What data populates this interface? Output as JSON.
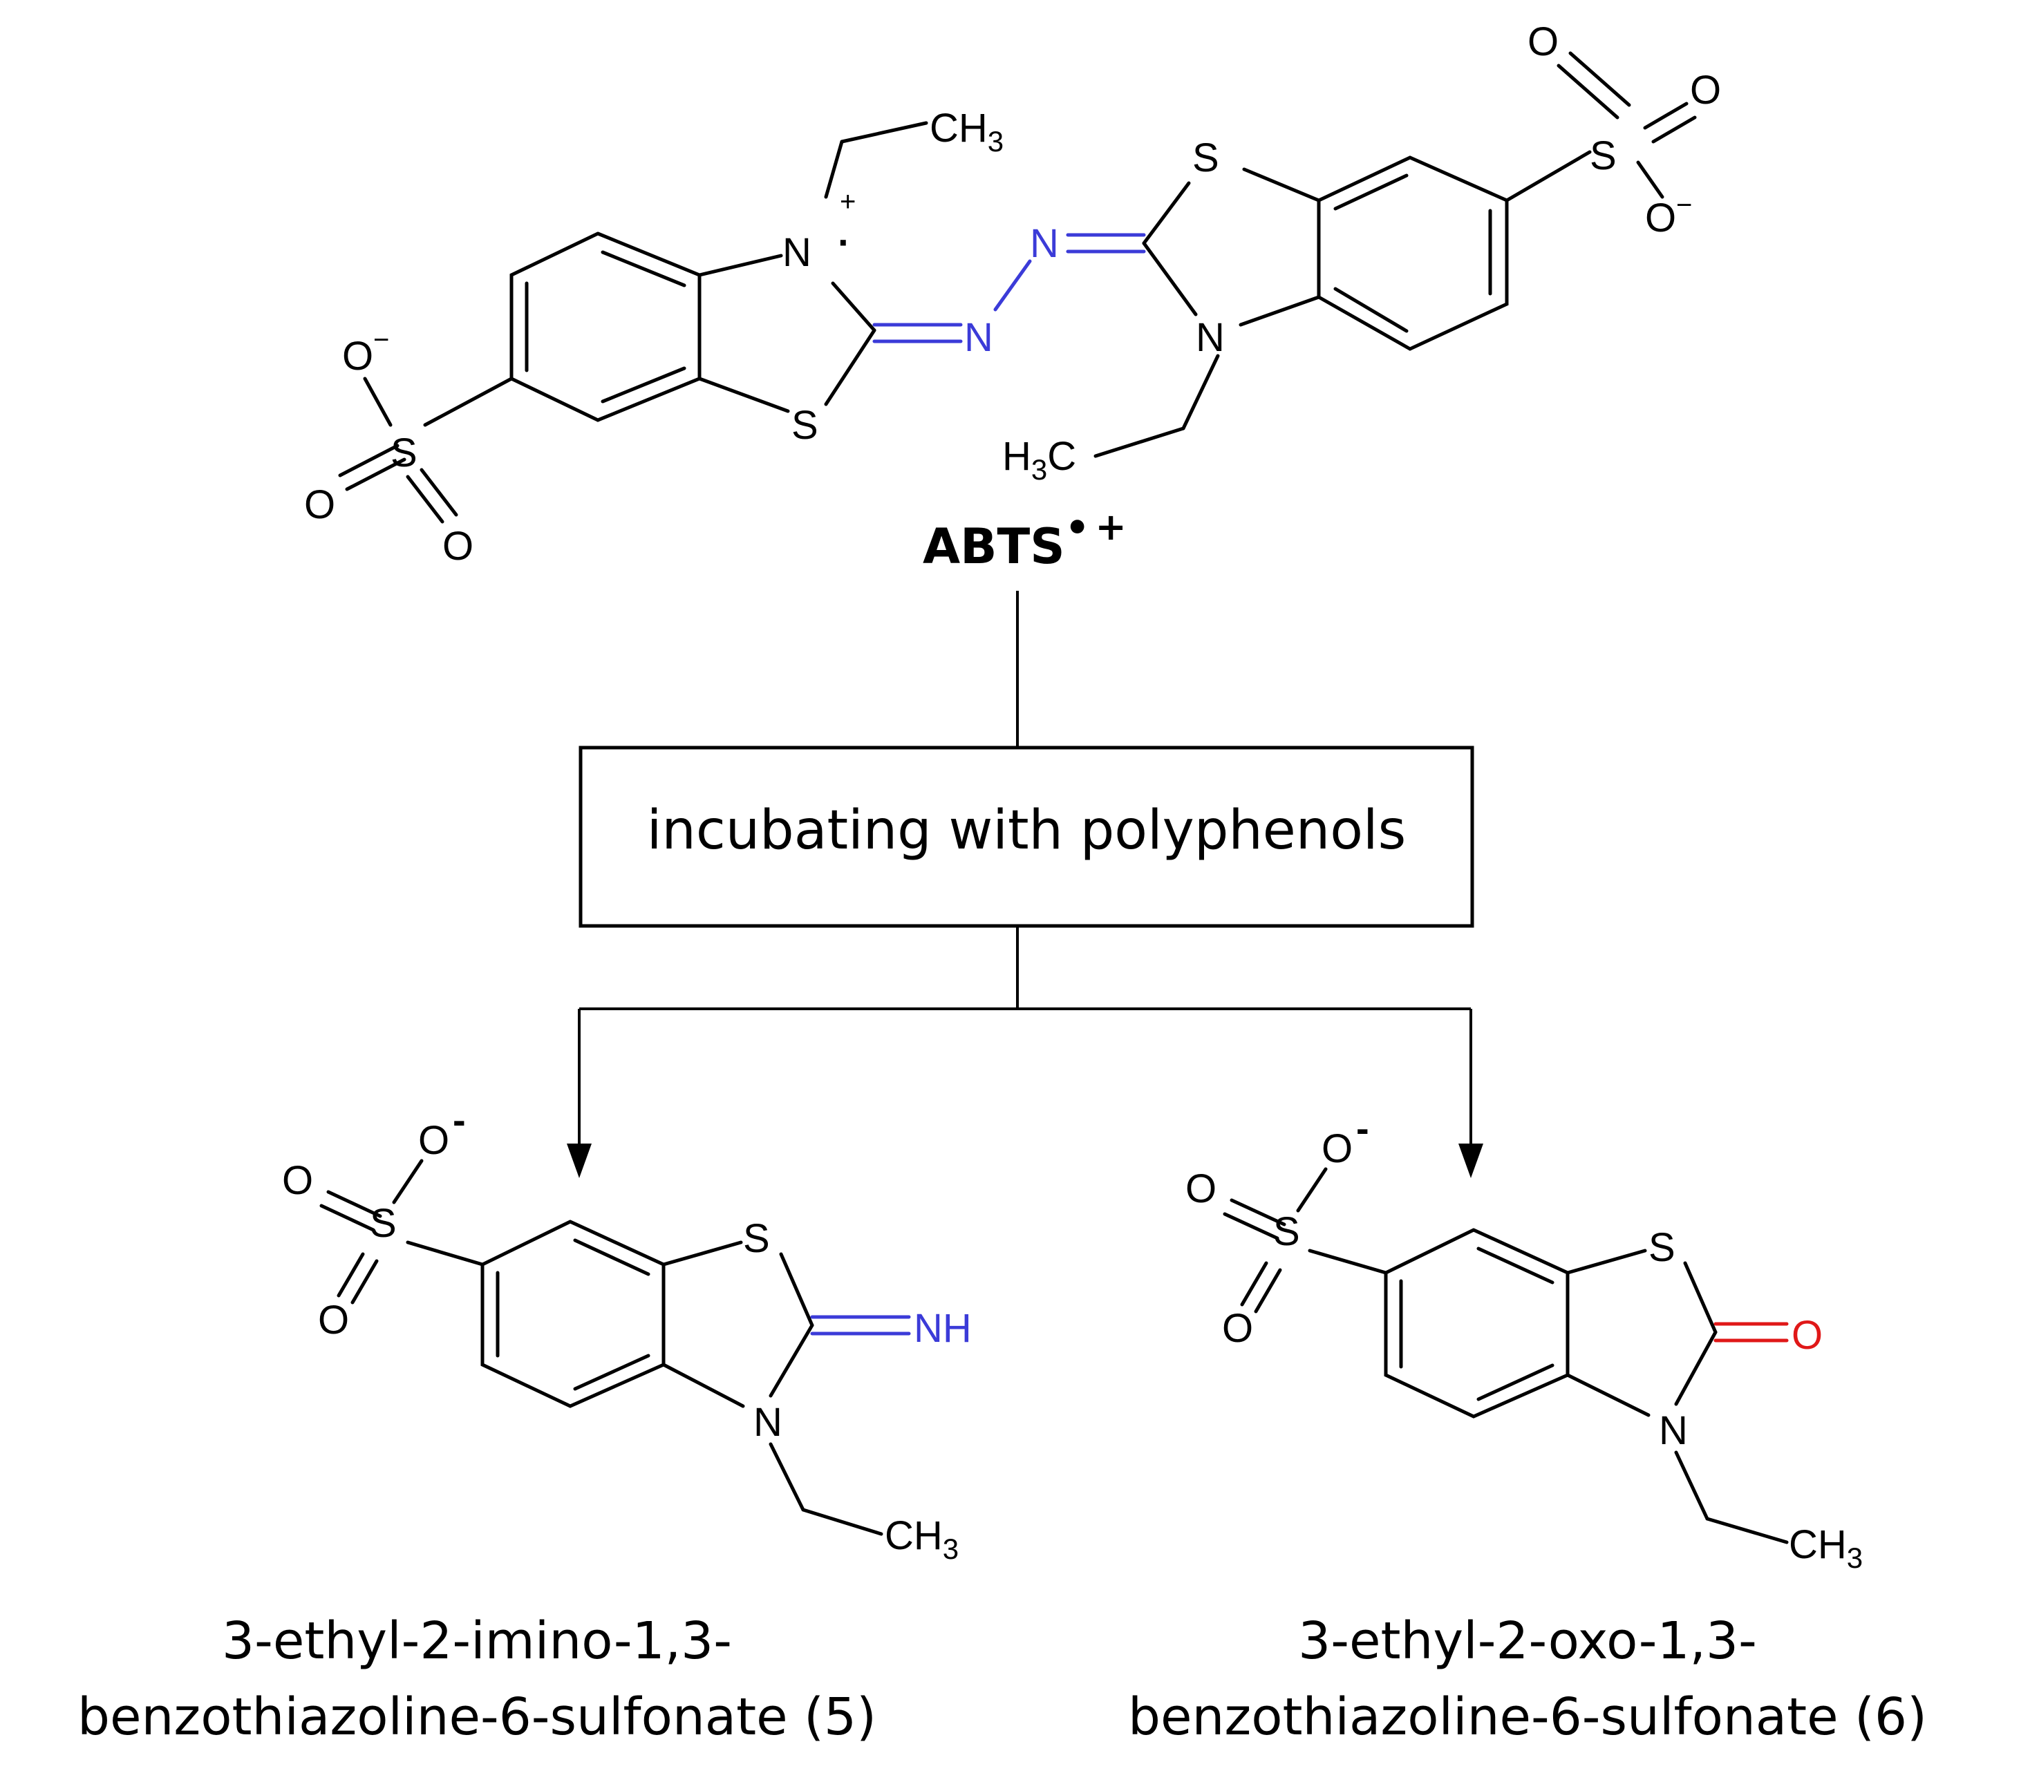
{
  "reactant": {
    "label_main": "ABTS",
    "label_radical": "•",
    "label_charge": "+",
    "atoms": {
      "S": "S",
      "N": "N",
      "O": "O",
      "H": "H",
      "C": "C",
      "sub3": "3",
      "minus": "−",
      "plus": "+",
      "dot": "·"
    }
  },
  "step": {
    "label": "incubating with polyphenols"
  },
  "products": [
    {
      "name_line1": "3-ethyl-2-imino-1,3-",
      "name_line2": "benzothiazoline-6-sulfonate (5)",
      "substituent": "NH"
    },
    {
      "name_line1": "3-ethyl-2-oxo-1,3-",
      "name_line2": "benzothiazoline-6-sulfonate (6)",
      "substituent": "O"
    }
  ],
  "colors": {
    "nitrogen": "#3b3bd8",
    "oxygen_highlight": "#e01818",
    "default": "#000000"
  }
}
